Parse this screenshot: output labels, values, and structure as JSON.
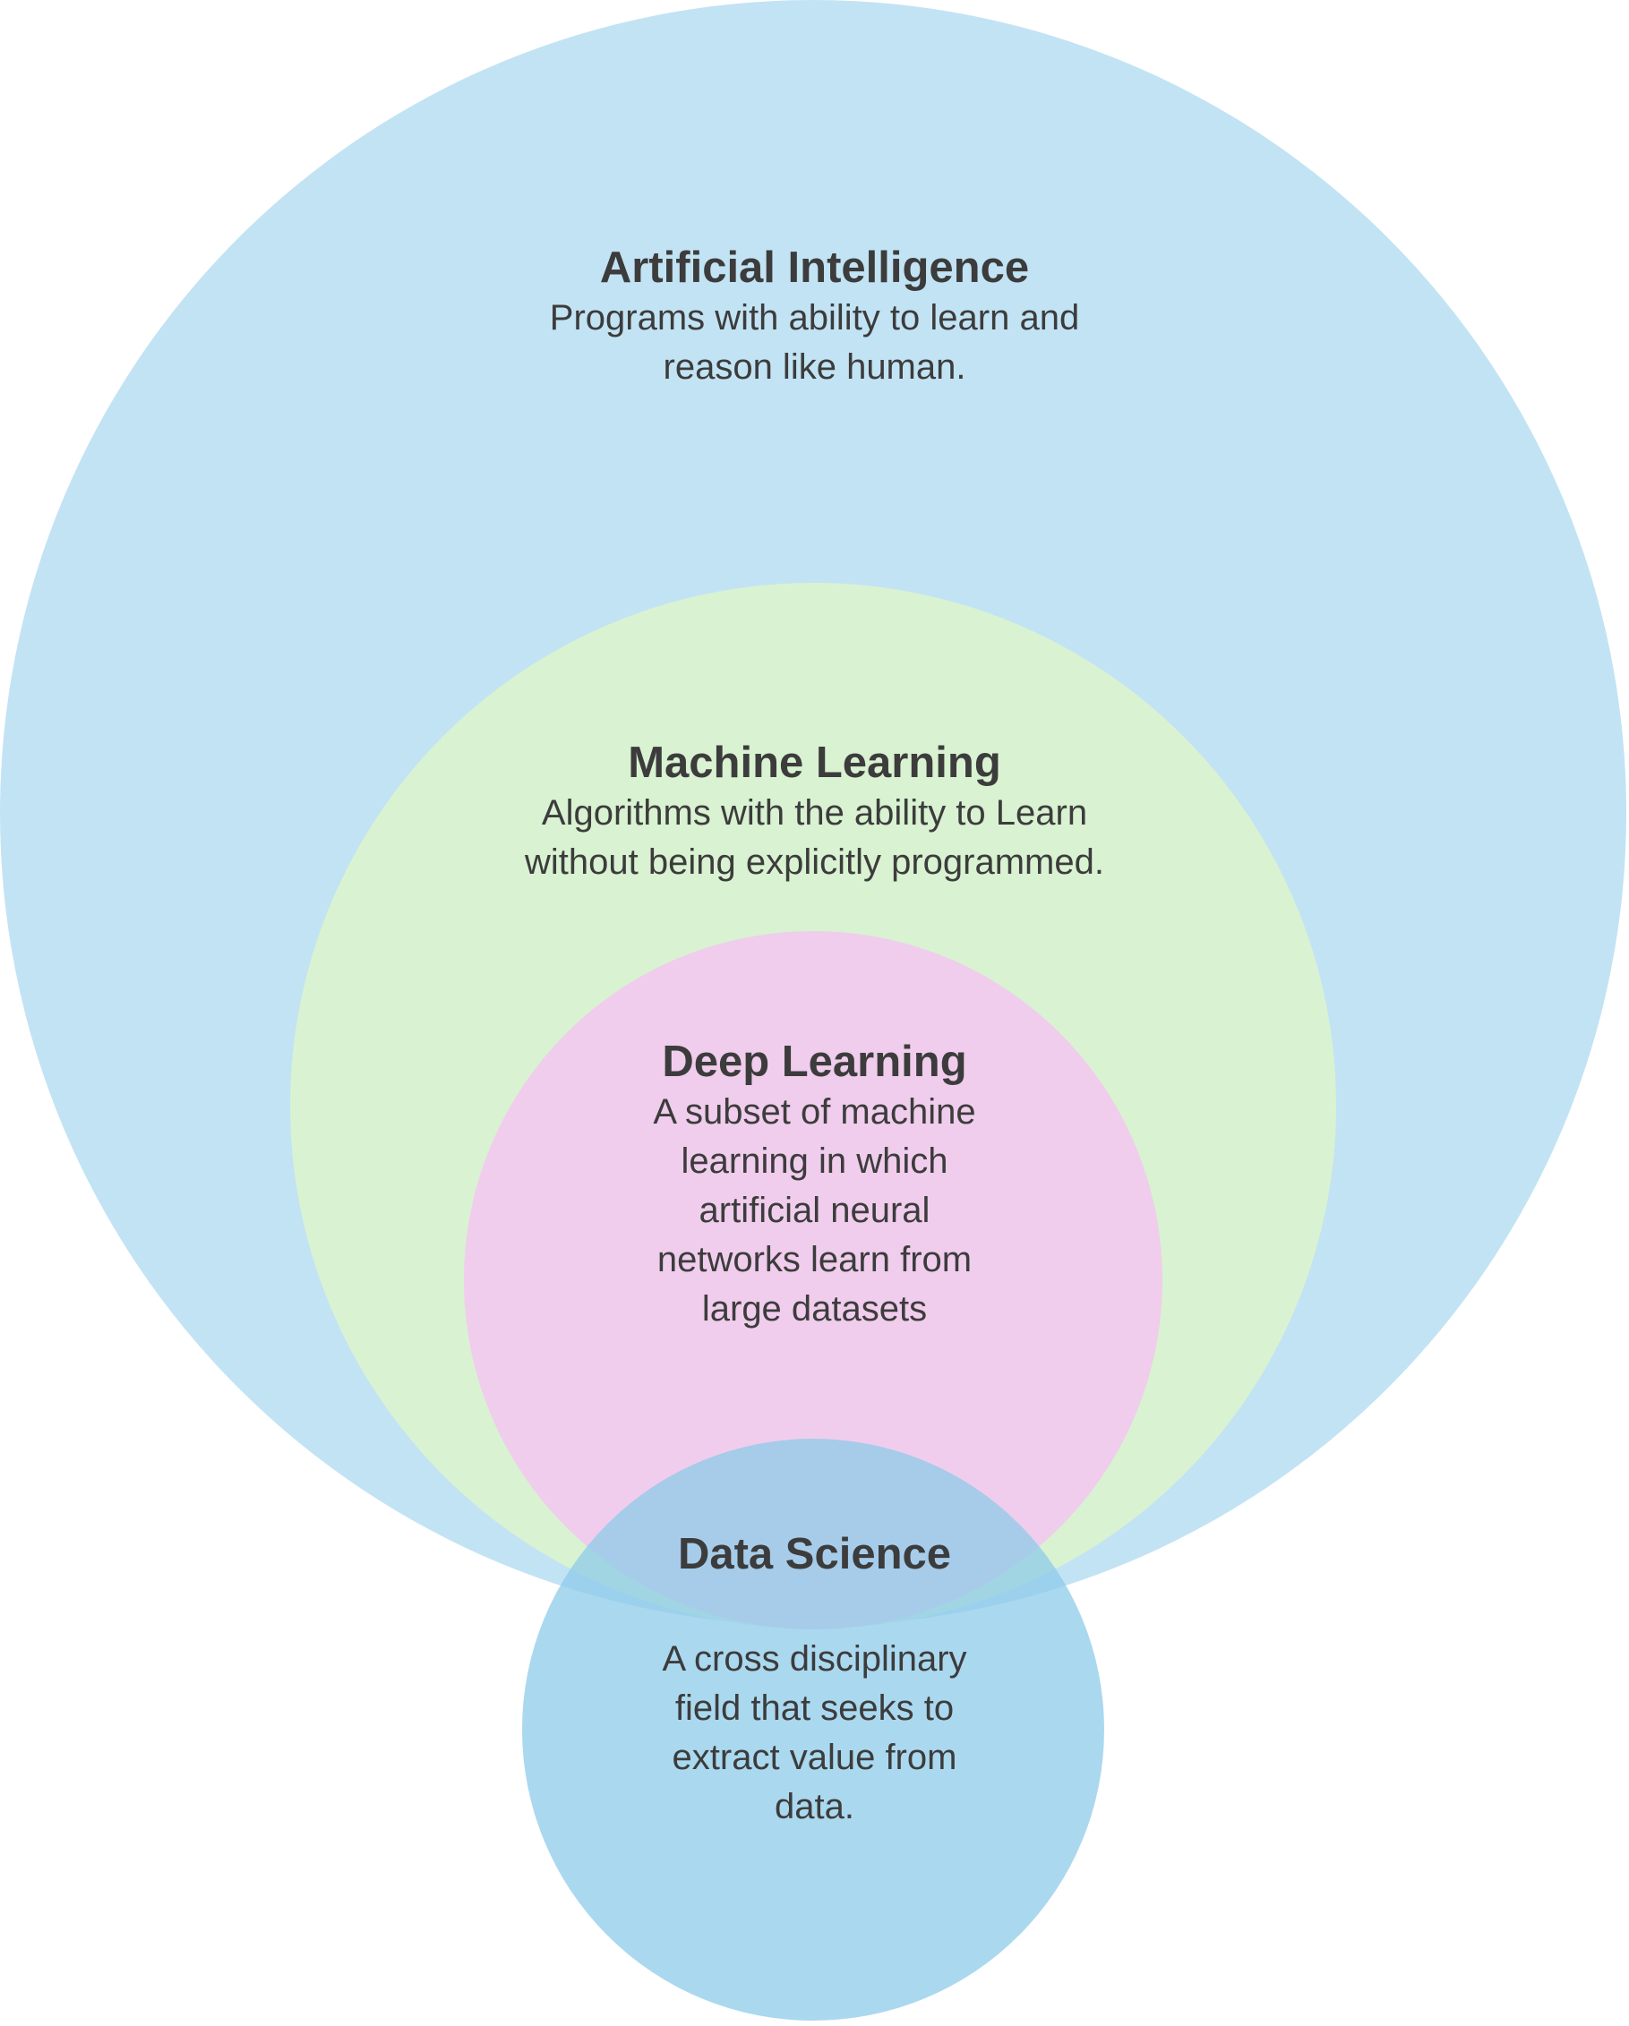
{
  "colors": {
    "ai_circle": "#c2e3f4",
    "ml_circle": "#d9f2d2",
    "dl_circle": "#f0cdec",
    "ds_circle": "#8dcbea",
    "ds_circle_opacity": 0.75,
    "text": "#3c3c3c"
  },
  "diagram": {
    "ai": {
      "title": "Artificial Intelligence",
      "description": [
        "Programs with ability to learn and",
        "reason like human."
      ]
    },
    "ml": {
      "title": "Machine Learning",
      "description": [
        "Algorithms with the ability to Learn",
        "without being explicitly programmed."
      ]
    },
    "dl": {
      "title": "Deep Learning",
      "description": [
        "A subset of machine",
        "learning in which",
        "artificial neural",
        "networks learn from",
        "large datasets"
      ]
    },
    "ds": {
      "title": "Data Science",
      "description": [
        "A cross disciplinary",
        "field that seeks to",
        "extract value from",
        "data."
      ]
    }
  }
}
